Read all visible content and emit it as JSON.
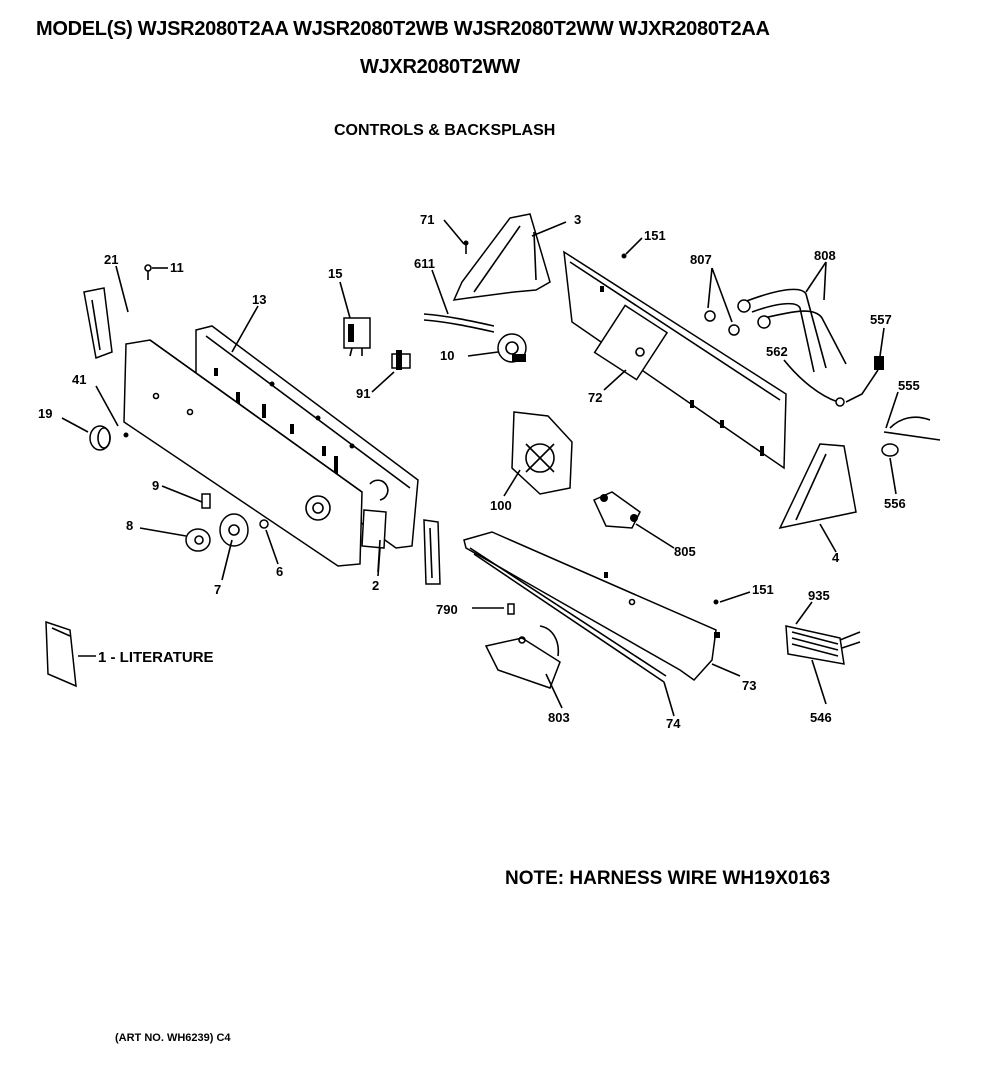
{
  "header": {
    "models_line1": "MODEL(S) WJSR2080T2AA  WJSR2080T2WB  WJSR2080T2WW  WJXR2080T2AA",
    "models_line2": "WJXR2080T2WW",
    "section_title": "CONTROLS & BACKSPLASH"
  },
  "callouts": {
    "c1": "1 - LITERATURE",
    "c2": "2",
    "c3": "3",
    "c4": "4",
    "c6": "6",
    "c7": "7",
    "c8": "8",
    "c9": "9",
    "c10": "10",
    "c11": "11",
    "c13": "13",
    "c15": "15",
    "c19": "19",
    "c21": "21",
    "c41": "41",
    "c71": "71",
    "c72": "72",
    "c73": "73",
    "c74": "74",
    "c91": "91",
    "c100": "100",
    "c151a": "151",
    "c151b": "151",
    "c546": "546",
    "c555": "555",
    "c556": "556",
    "c557": "557",
    "c562": "562",
    "c611": "611",
    "c790": "790",
    "c803": "803",
    "c805": "805",
    "c807": "807",
    "c808": "808",
    "c935": "935"
  },
  "footer": {
    "note": "NOTE: HARNESS WIRE WH19X0163",
    "art_no": "(ART NO. WH6239) C4"
  }
}
